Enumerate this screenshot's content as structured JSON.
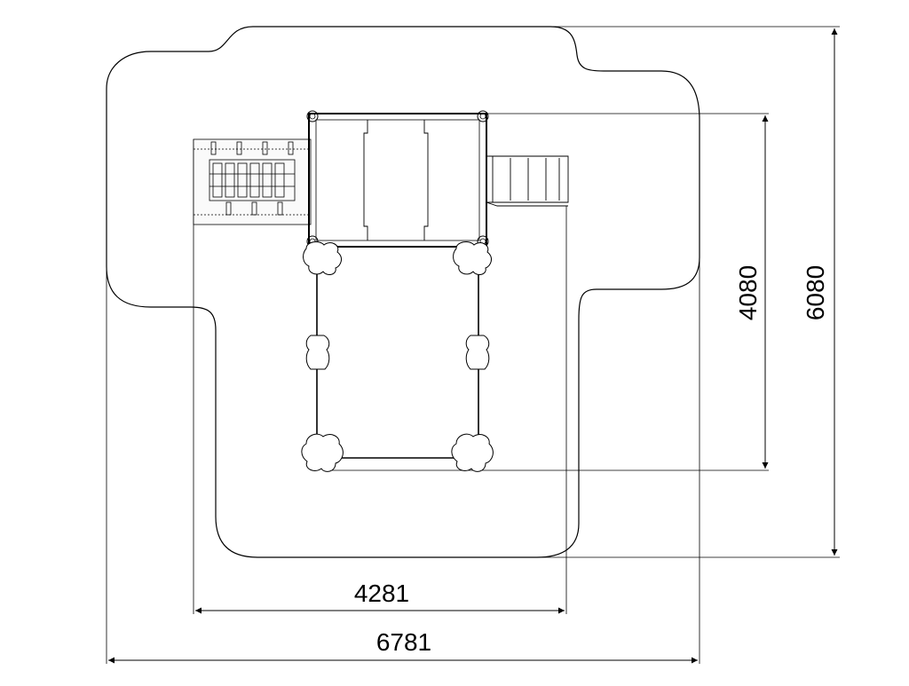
{
  "dimensions": {
    "inner_width": "4281",
    "outer_width": "6781",
    "inner_height": "4080",
    "outer_height": "6080"
  }
}
